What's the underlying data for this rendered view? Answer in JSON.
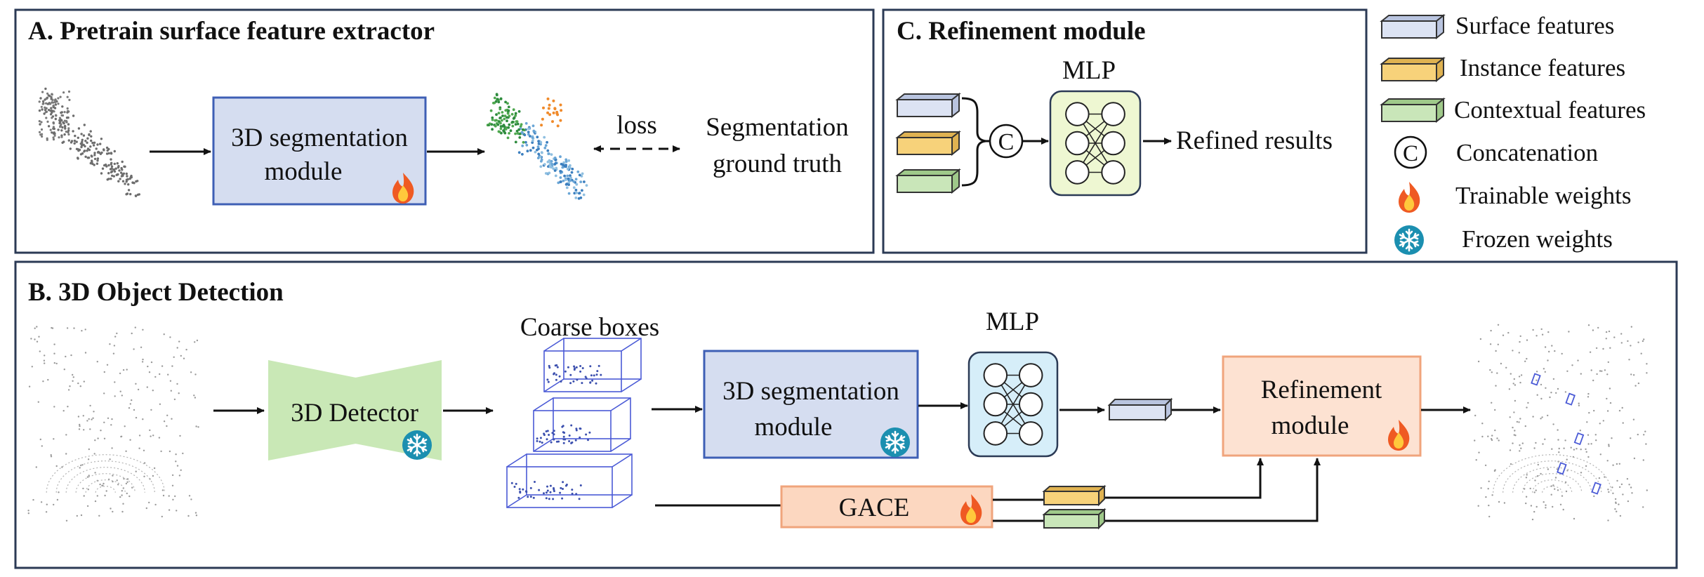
{
  "colors": {
    "frame": "#2b3a55",
    "surface": "#dce3f3",
    "surface_dark": "#b9c4df",
    "instance": "#f7d27a",
    "instance_dark": "#dfb251",
    "context": "#c9e6b9",
    "context_dark": "#9fc98a",
    "seg_box": "#d5ddf0",
    "mlp_yellow": "#eef7d2",
    "mlp_blue": "#d6eef9",
    "refine": "#fde2d2",
    "refine_stroke": "#f0a47c",
    "detector": "#c9e8b6",
    "flame": "#ef5a23",
    "snow": "#1b8fb0",
    "box_lines": "#4a5ad6"
  },
  "panelA": {
    "title": "A. Pretrain surface feature extractor",
    "seg_module": [
      "3D segmentation",
      "module"
    ],
    "loss": "loss",
    "gt": [
      "Segmentation",
      "ground truth"
    ],
    "icons": [
      "point-cloud-icon",
      "segmented-cloud-icon",
      "flame-icon"
    ]
  },
  "panelC": {
    "title": "C. Refinement module",
    "mlp": "MLP",
    "concat_symbol": "C",
    "output": "Refined results"
  },
  "legend": [
    {
      "label": "Surface features",
      "icon": "surface-feature-icon"
    },
    {
      "label": "Instance features",
      "icon": "instance-feature-icon"
    },
    {
      "label": "Contextual features",
      "icon": "contextual-feature-icon"
    },
    {
      "label": "Concatenation",
      "icon": "concat-icon"
    },
    {
      "label": "Trainable weights",
      "icon": "flame-icon"
    },
    {
      "label": "Frozen weights",
      "icon": "snowflake-icon"
    }
  ],
  "panelB": {
    "title": "B. 3D Object Detection",
    "detector": "3D Detector",
    "coarse": "Coarse boxes",
    "seg_module": [
      "3D segmentation",
      "module"
    ],
    "mlp": "MLP",
    "refine": [
      "Refinement",
      "module"
    ],
    "gace": "GACE"
  }
}
